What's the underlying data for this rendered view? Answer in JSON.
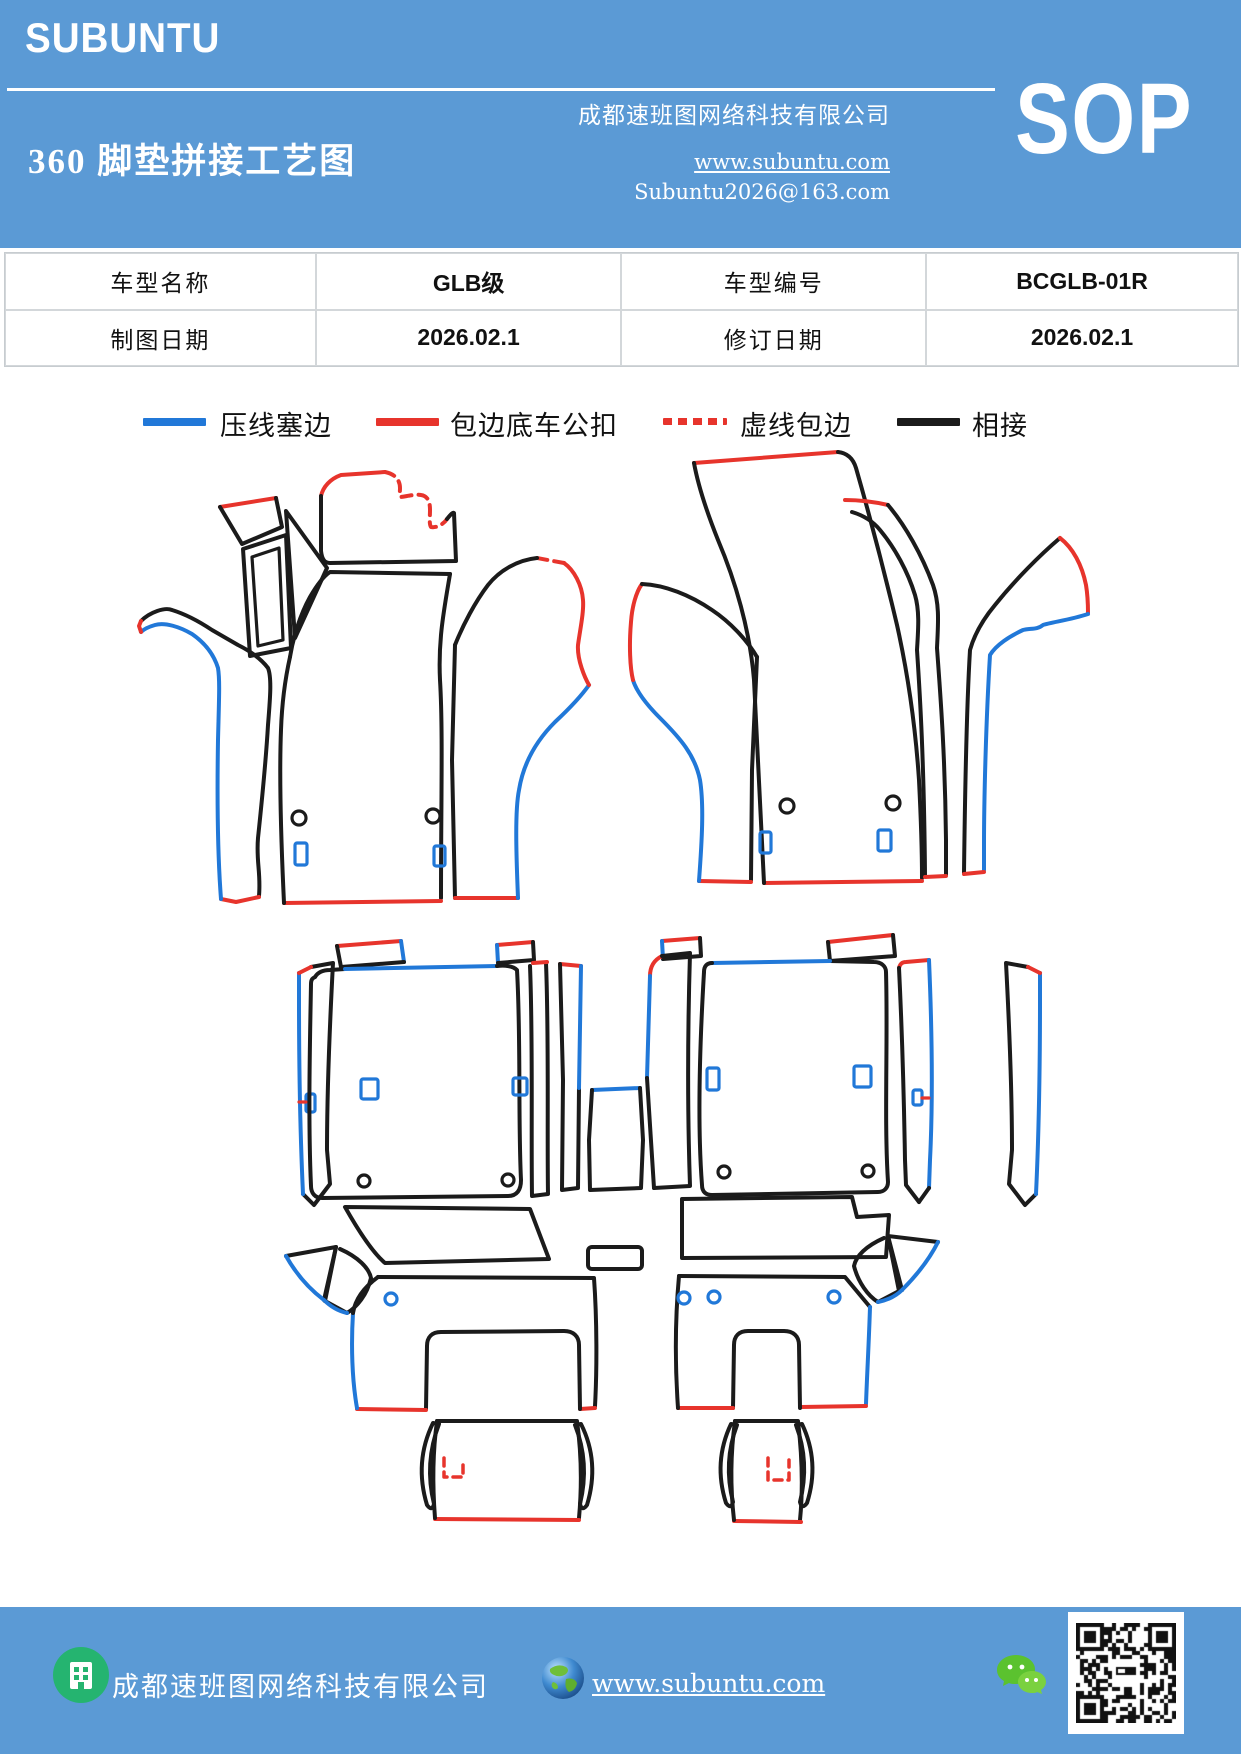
{
  "header": {
    "logo": "SUBUNTU",
    "company": "成都速班图网络科技有限公司",
    "title": "360 脚垫拼接工艺图",
    "sop": "SOP",
    "website": "www.subuntu.com",
    "email": "Subuntu2026@163.com",
    "background_color": "#5b9ad5"
  },
  "info_table": {
    "rows": [
      {
        "label1": "车型名称",
        "value1": "GLB级",
        "label2": "车型编号",
        "value2": "BCGLB-01R"
      },
      {
        "label1": "制图日期",
        "value1": "2026.02.1",
        "label2": "修订日期",
        "value2": "2026.02.1"
      }
    ]
  },
  "legend": {
    "items": [
      {
        "label": "压线塞边",
        "style": "solid",
        "color": "#2178d8"
      },
      {
        "label": "包边底车公扣",
        "style": "solid",
        "color": "#e7342c"
      },
      {
        "label": "虚线包边",
        "style": "dashed",
        "color": "#e7342c"
      },
      {
        "label": "相接",
        "style": "solid",
        "color": "#1b1b1b"
      }
    ]
  },
  "diagram_colors": {
    "press_edge_blue": "#2178d8",
    "binding_red": "#e7342c",
    "joint_black": "#1b1b1b"
  },
  "footer": {
    "company": "成都速班图网络科技有限公司",
    "website": "www.subuntu.com",
    "icons": [
      "building-icon",
      "globe-icon",
      "wechat-icon",
      "qr-code"
    ],
    "background_color": "#5b9ad5"
  }
}
